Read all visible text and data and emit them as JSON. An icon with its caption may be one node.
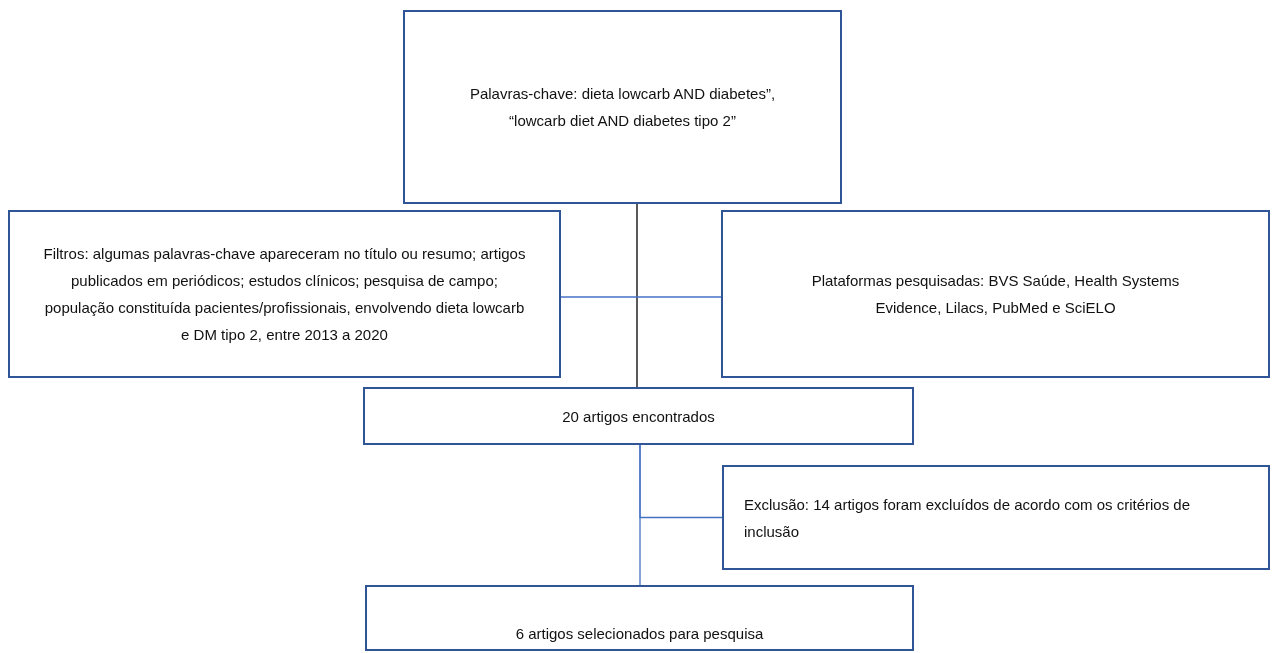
{
  "diagram": {
    "nodes": [
      {
        "text": [
          "Palavras-chave: dieta lowcarb AND diabetes”, “lowcarb diet AND diabetes tipo 2”"
        ]
      },
      {
        "text": [
          "Filtros: algumas palavras-chave apareceram no título ou resumo; artigos publicados em periódicos; estudos clínicos; pesquisa de campo; população constituída pacientes/profissionais, envolvendo dieta lowcarb e DM tipo 2, entre 2013 a 2020"
        ]
      },
      {
        "text": [
          "Plataformas pesquisadas: BVS Saúde, Health Systems Evidence, Lilacs, PubMed e SciELO"
        ]
      },
      {
        "text": [
          "20 artigos encontrados"
        ]
      },
      {
        "text": [
          "Exclusão: 14 artigos foram excluídos de acordo com os critérios de inclusão"
        ]
      },
      {
        "text": [
          "6 artigos selecionados para pesquisa"
        ]
      }
    ],
    "edges": [
      {
        "from": 0,
        "to": 3,
        "arrow": "none",
        "color": "#000000"
      },
      {
        "from": 1,
        "to": 2,
        "arrow": "none"
      },
      {
        "from": 3,
        "to": 5,
        "arrow": "none"
      },
      {
        "from": 3,
        "to": 4,
        "arrow": "none"
      }
    ]
  }
}
